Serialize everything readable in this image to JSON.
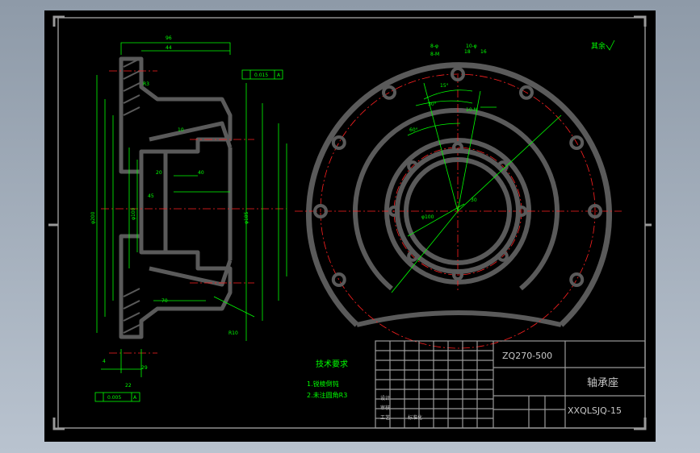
{
  "colors": {
    "background": "#000000",
    "part_outline": "#5a5a5a",
    "frame": "#9a9a9a",
    "dimension": "#00ff00",
    "centerline": "#ff2020",
    "text": "#ffffff",
    "title_text": "#c8c8c8"
  },
  "tech_requirements": {
    "heading": "技术要求",
    "item_1": "1.锐棱倒钝",
    "item_2": "2.未注圆角R3"
  },
  "surface_finish_note": "其余",
  "title_block": {
    "drawing_code": "ZQ270-500",
    "part_name": "轴承座",
    "drawing_number": "XXQLSJQ-15",
    "label_design": "设计",
    "label_check": "审核",
    "label_process": "工艺",
    "label_standard": "标准化"
  },
  "dimensions": {
    "flatness_1": "0.015",
    "flatness_2": "0.005",
    "datum": "A",
    "d96": "96",
    "d44": "44",
    "d29": "29",
    "d22": "22",
    "d4": "4",
    "d70": "70",
    "d40": "40",
    "d20": "20",
    "d45": "45",
    "d10": "10",
    "d18": "18",
    "d16": "16",
    "d30": "30",
    "r10": "R10",
    "r3": "R3",
    "phi100": "φ100",
    "phi185": "φ185",
    "phi200": "φ200",
    "ang15": "15°",
    "ang30": "30°",
    "ang60": "60°",
    "hole_8": "8-φ",
    "hole_10": "10-φ",
    "thread_8": "8-M",
    "thread_10": "10-M"
  }
}
